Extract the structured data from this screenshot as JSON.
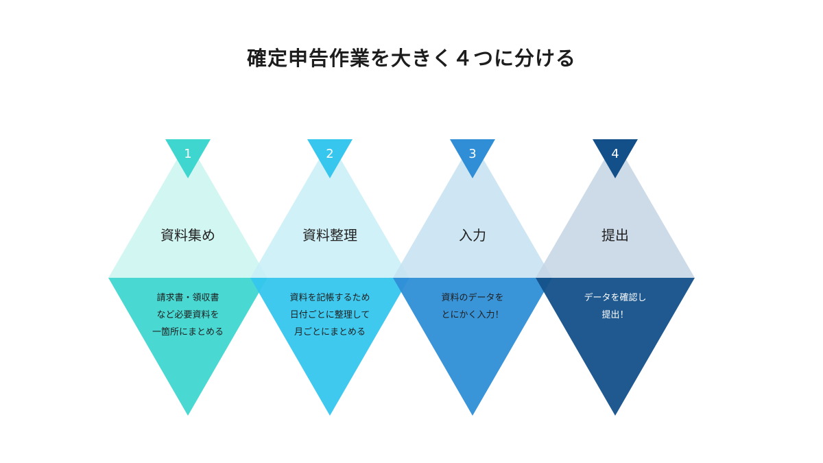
{
  "title": "確定申告作業を大きく４つに分ける",
  "colors": {
    "upper": [
      "#caf5f0",
      "#c9eef8",
      "#c6e2f2",
      "#c4d3e4"
    ],
    "lower": [
      "#3fd6d0",
      "#36c6ee",
      "#2f8ed6",
      "#135089"
    ],
    "marker": [
      "#3fd6d0",
      "#36c6ee",
      "#2f8ed6",
      "#135089"
    ]
  },
  "steps": [
    {
      "number": "1",
      "title": "資料集め",
      "description": [
        "請求書・領収書",
        "など必要資料を",
        "一箇所にまとめる"
      ]
    },
    {
      "number": "2",
      "title": "資料整理",
      "description": [
        "資料を記帳するため",
        "日付ごとに整理して",
        "月ごとにまとめる"
      ]
    },
    {
      "number": "3",
      "title": "入力",
      "description": [
        "資料のデータを",
        "とにかく入力！"
      ]
    },
    {
      "number": "4",
      "title": "提出",
      "description": [
        "データを確認し",
        "提出！"
      ]
    }
  ]
}
